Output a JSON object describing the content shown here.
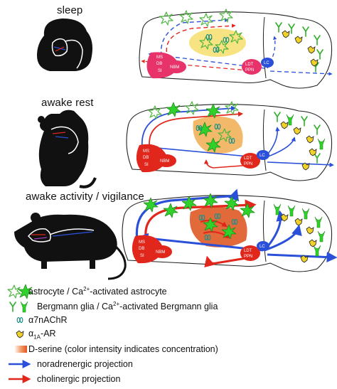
{
  "panels": [
    {
      "title": "sleep"
    },
    {
      "title": "awake rest"
    },
    {
      "title": "awake activity / vigilance"
    }
  ],
  "region_labels": {
    "ms": "MS",
    "db": "DB",
    "si": "SI",
    "nbm": "NBM",
    "ldt": "LDT",
    "ppn": "PPN",
    "lc": "LC"
  },
  "legend": {
    "astrocyte": {
      "prefix": "astrocyte / Ca",
      "sup": "2+",
      "suffix": "-activated astrocyte"
    },
    "bergmann": {
      "prefix": "Bergmann glia / Ca",
      "sup": "2+",
      "suffix": "-activated Bergmann glia"
    },
    "a7": {
      "text": "α7nAChR"
    },
    "a1a": {
      "prefix": "α",
      "sub": "1A",
      "suffix": "-AR"
    },
    "dserine": {
      "text": "D-serine (color intensity indicates concentration)"
    },
    "noradrenergic": {
      "text": "noradrenergic projection"
    },
    "cholinergic": {
      "text": "cholinergic projection"
    }
  },
  "colors": {
    "astrocyte": "#57c44a",
    "astro_active": "#2fd12a",
    "nucleus": "#e8336a",
    "noradrenergic": "#2a4fd8",
    "cholinergic": "#e1261c",
    "dserine_light": "#f7e27a",
    "dserine_mid": "#f3b96a",
    "dserine_dark": "#e26a3a",
    "receptor": "#2aa59b",
    "bergmann": "#f1d22a"
  }
}
